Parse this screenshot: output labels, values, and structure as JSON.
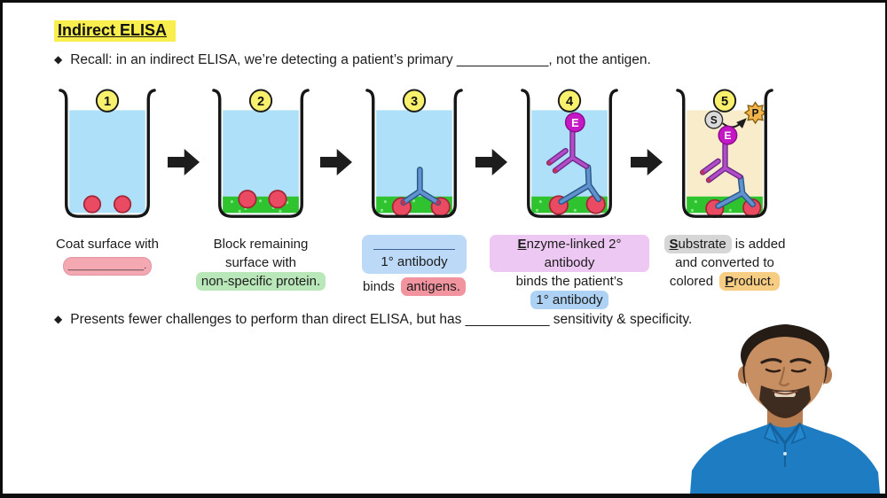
{
  "title": {
    "text": "Indirect ELISA"
  },
  "bullets": {
    "recall": {
      "marker": "◆",
      "pre": "Recall: in an indirect ELISA, we’re detecting a patient’s primary ",
      "blank": "____________",
      "post": ", not the antigen."
    },
    "summary": {
      "marker": "◆",
      "pre": "Presents fewer challenges to perform than direct ELISA, but has ",
      "blank": "___________",
      "post": " sensitivity & specificity."
    }
  },
  "steps": [
    {
      "number": "1",
      "caption_l1": "Coat surface with",
      "blank_label": "______________."
    },
    {
      "number": "2",
      "caption_l1": "Block remaining",
      "caption_l2": "surface with",
      "highlight": "non-specific protein."
    },
    {
      "number": "3",
      "box_label": "1° antibody",
      "caption_pre": "binds",
      "caption_hl": "antigens."
    },
    {
      "number": "4",
      "hl1_initial": "E",
      "hl1_rest": "nzyme-linked 2° antibody",
      "caption_l2": "binds the patient’s",
      "hl3": "1° antibody"
    },
    {
      "number": "5",
      "hl1_initial": "S",
      "hl1_rest": "ubstrate",
      "caption_l1_rest": "is added",
      "caption_l2": "and converted to",
      "caption_l3_pre": "colored",
      "hl3_initial": "P",
      "hl3_rest": "roduct."
    }
  ],
  "icons": {
    "enzyme": "E",
    "substrate": "S",
    "product": "P"
  },
  "colors": {
    "title_highlight": "#f8ef4e",
    "liquid_blue": "#aee1f9",
    "product_liquid_tan": "#f8ecca",
    "well_green": "#2fc42f",
    "antigen_red": "#ea4a62",
    "antibody_blue": "#5e93cf",
    "antibody_purple": "#b34cc9",
    "enzyme_magenta": "#c517c5",
    "substrate_gray": "#dadada",
    "product_orange": "#f2b54b",
    "highlight_pink": "#f2949f",
    "highlight_green": "#b9e7b9",
    "highlight_blue": "#add2f4",
    "highlight_violet": "#edc8f3",
    "highlight_gray": "#d6d6d6",
    "highlight_orange": "#f6cd83",
    "blank_pink_box": "#f3a8b2",
    "step3_box_blue": "#bcd9f7"
  }
}
